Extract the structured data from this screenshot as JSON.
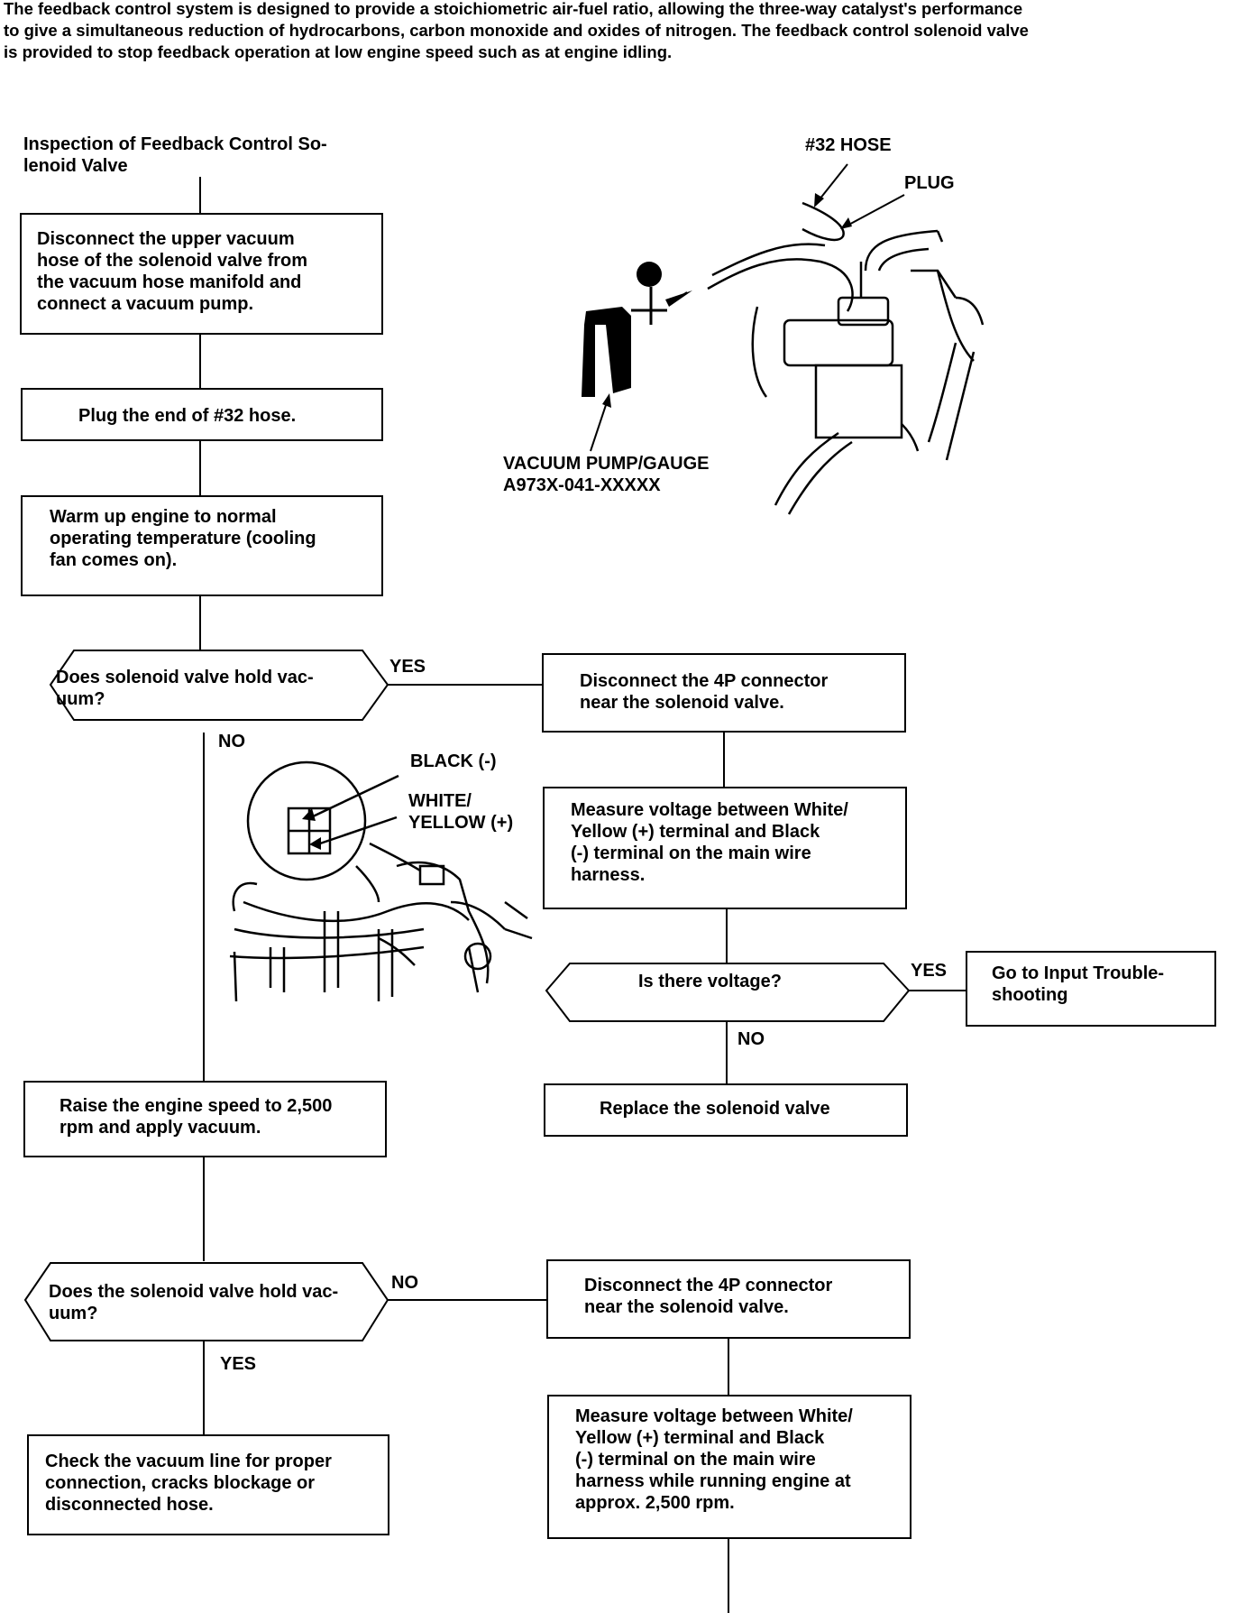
{
  "intro": {
    "line1": "The feedback control system is designed to provide a stoichiometric air-fuel ratio, allowing the three-way catalyst's performance",
    "line2": "to give a simultaneous reduction of hydrocarbons, carbon monoxide and oxides of nitrogen. The feedback control solenoid valve",
    "line3": "is provided to stop feedback operation at low engine speed such as at engine idling."
  },
  "title": "Inspection of Feedback Control So-\nlenoid Valve",
  "steps": {
    "disconnect_upper_hose": "Disconnect the upper vacuum\nhose of the solenoid valve from\nthe vacuum hose manifold and\nconnect a vacuum pump.",
    "plug_hose": "Plug the end of #32 hose.",
    "warm_up": "Warm up engine to normal\noperating temperature (cooling\nfan comes on).",
    "q_hold_vacuum_1": "Does solenoid valve hold vac-\nuum?",
    "disconnect_4p_1": "Disconnect the 4P connector\nnear the solenoid valve.",
    "measure_voltage_1": "Measure voltage between White/\nYellow (+) terminal and Black\n(-) terminal on the main wire\nharness.",
    "q_voltage": "Is there voltage?",
    "input_troubleshooting": "Go to Input Trouble-\nshooting",
    "replace_valve": "Replace the solenoid valve",
    "raise_speed": "Raise the engine speed to 2,500\nrpm and apply vacuum.",
    "q_hold_vacuum_2": "Does the solenoid valve hold vac-\nuum?",
    "disconnect_4p_2": "Disconnect the 4P connector\nnear the solenoid valve.",
    "check_vacuum_line": "Check the vacuum line for proper\nconnection, cracks blockage or\ndisconnected hose.",
    "measure_voltage_2": "Measure voltage between White/\nYellow (+) terminal and Black\n(-) terminal on the main wire\nharness while running engine at\napprox. 2,500 rpm."
  },
  "branches": {
    "yes1": "YES",
    "no1": "NO",
    "yes2": "YES",
    "no2": "NO",
    "no3": "NO",
    "yes3": "YES"
  },
  "illustration1": {
    "hose_label": "#32 HOSE",
    "plug_label": "PLUG",
    "pump_label": "VACUUM PUMP/GAUGE\nA973X-041-XXXXX"
  },
  "illustration2": {
    "black_label": "BLACK (-)",
    "white_label": "WHITE/\nYELLOW (+)"
  }
}
